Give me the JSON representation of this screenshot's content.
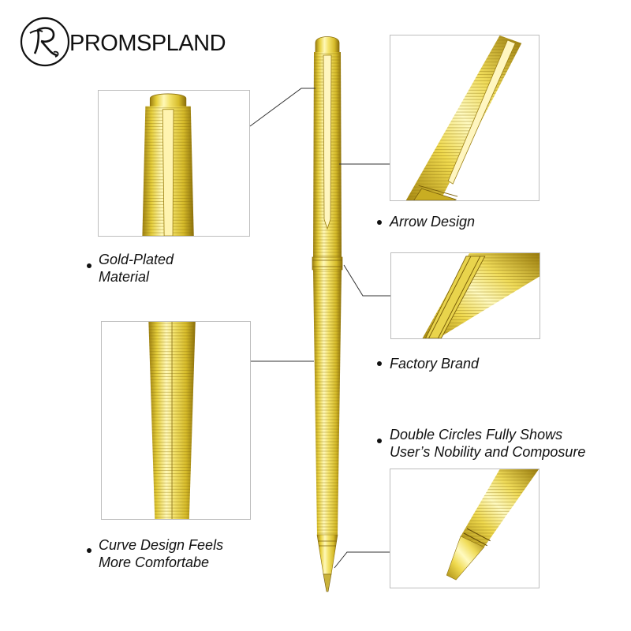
{
  "brand": {
    "name": "PROMSPLAND",
    "logo_icon": "pr-monogram-logo"
  },
  "features": [
    {
      "lines": [
        "Gold-Plated",
        "Material"
      ]
    },
    {
      "lines": [
        "Curve Design Feels",
        "More Comfortabe"
      ]
    },
    {
      "lines": [
        "Arrow Design"
      ]
    },
    {
      "lines": [
        "Factory Brand"
      ]
    },
    {
      "lines": [
        "Double Circles Fully Shows",
        "User’s Nobility and Composure"
      ]
    }
  ],
  "colors": {
    "gold_light": "#fff6a8",
    "gold_mid": "#e8d24a",
    "gold_dark": "#9c7f10",
    "panel_border": "#bdbdbd",
    "leader_line": "#333333"
  }
}
